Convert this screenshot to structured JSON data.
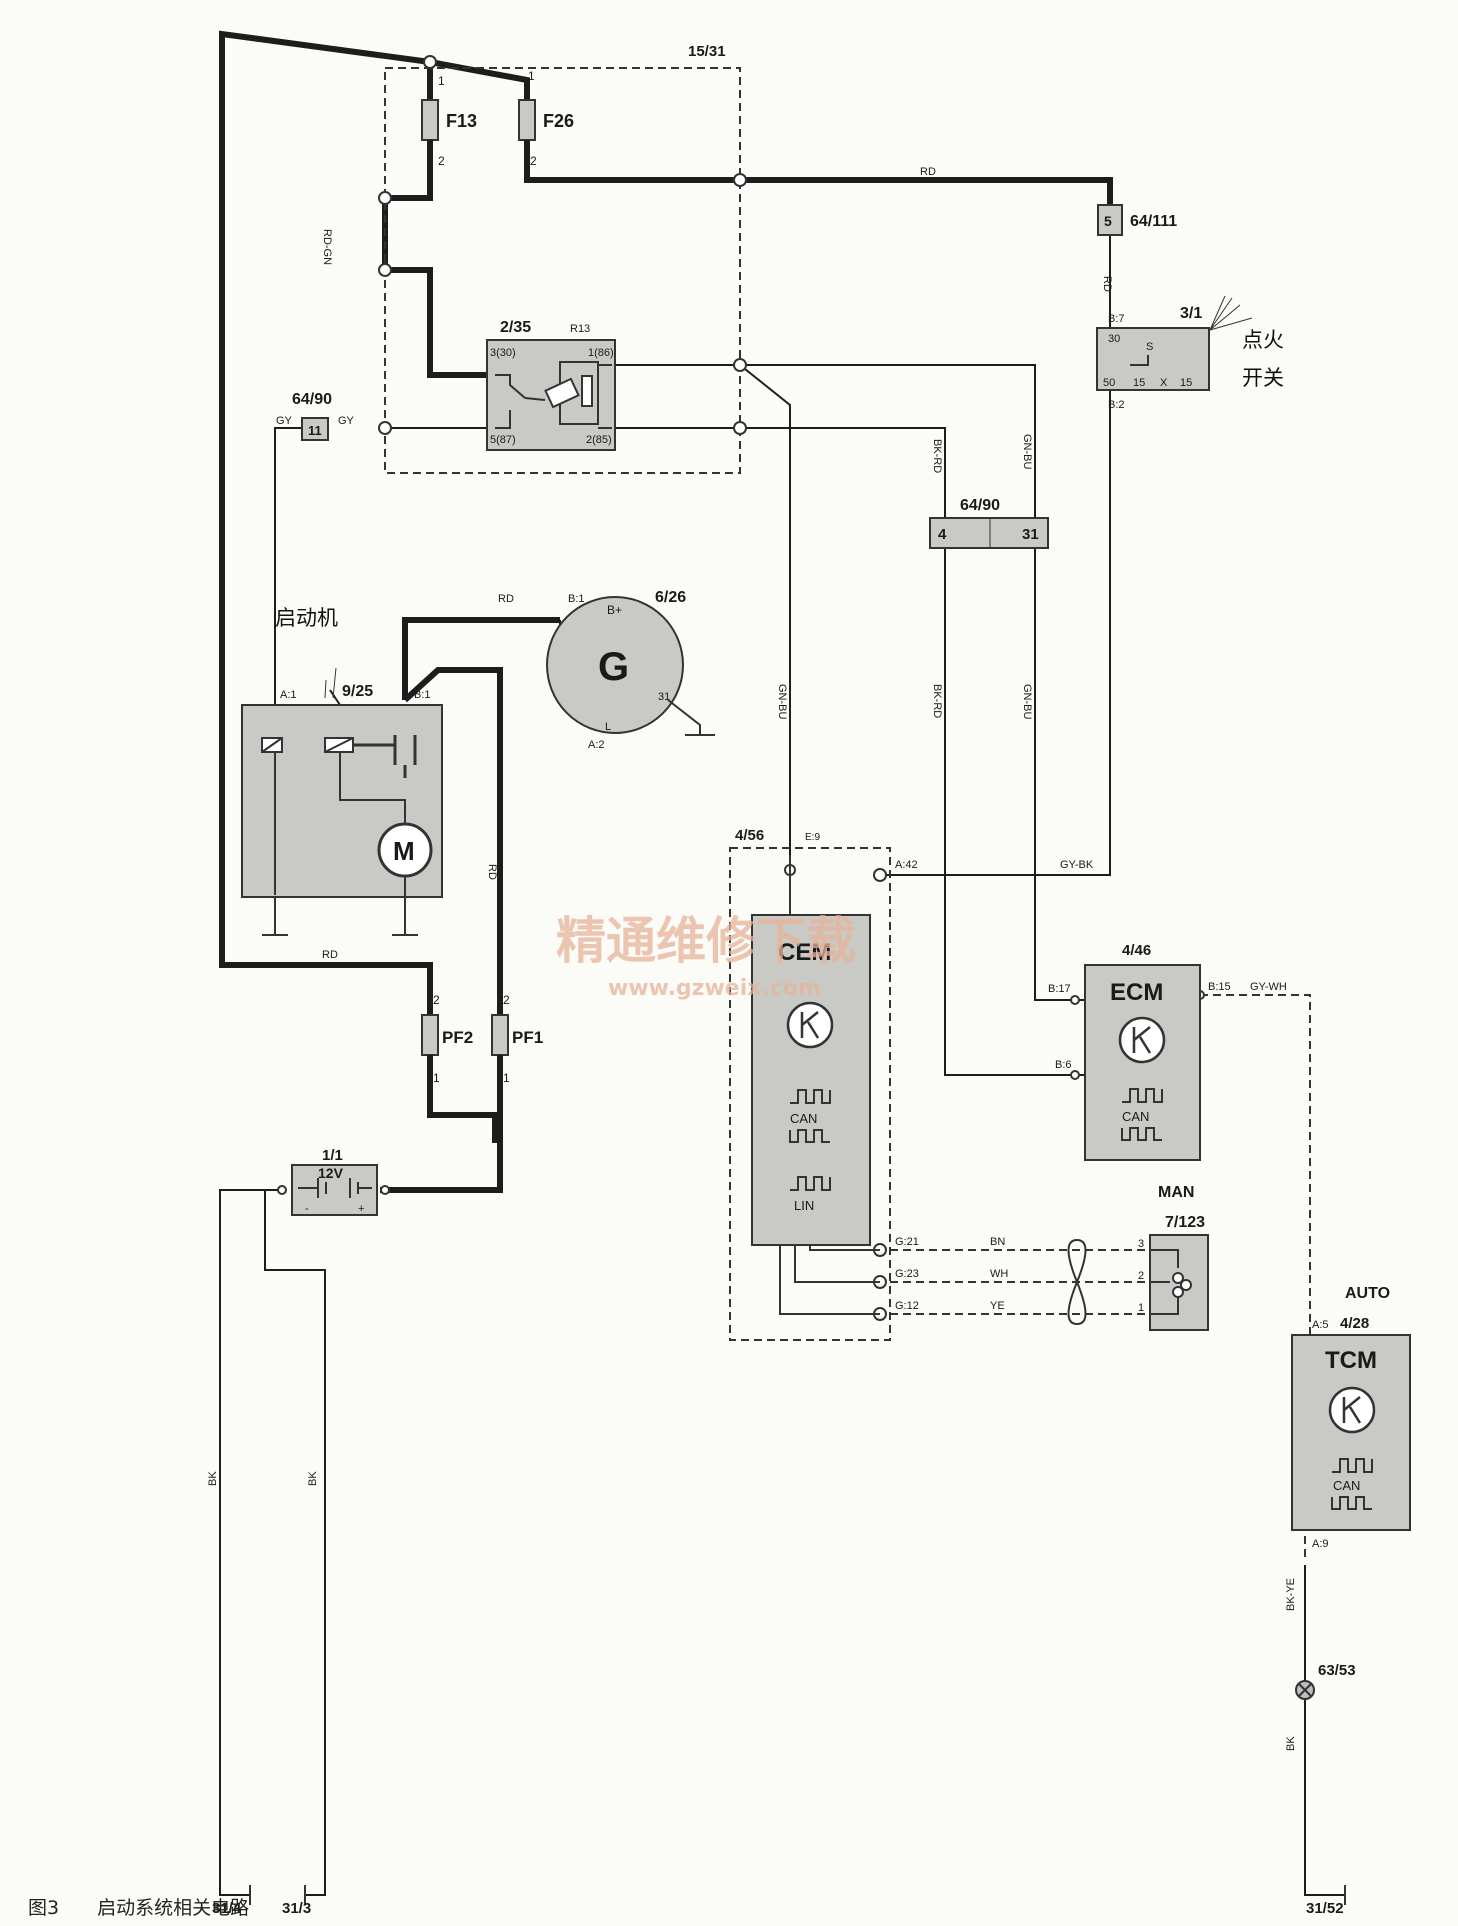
{
  "modules": {
    "fuse_box": "15/31",
    "fuse_f13": "F13",
    "fuse_f26": "F26",
    "relay_box": "2/35",
    "relay_name": "R13",
    "conn_64_111": "64/111",
    "conn_64_111_pin": "5",
    "ign_switch": "3/1",
    "conn_64_90_a": "64/90",
    "conn_64_90_a_pin": "11",
    "conn_64_90_b": "64/90",
    "conn_64_90_b_pin4": "4",
    "conn_64_90_b_pin31": "31",
    "starter": "9/25",
    "generator": "6/26",
    "generator_symbol": "G",
    "motor_symbol": "M",
    "cem_box": "4/56",
    "cem": "CEM",
    "ecm_box": "4/46",
    "ecm": "ECM",
    "tcm_box": "4/28",
    "tcm": "TCM",
    "battery_box": "1/1",
    "battery": "12V",
    "fuse_pf2": "PF2",
    "fuse_pf1": "PF1",
    "blower": "7/123",
    "man": "MAN",
    "auto": "AUTO",
    "sensor": "63/53",
    "ground_31_4": "31/4",
    "ground_31_3": "31/3",
    "ground_31_52": "31/52"
  },
  "wire_colors": {
    "rd": "RD",
    "rd_gn": "RD-GN",
    "gy": "GY",
    "gn_bu": "GN-BU",
    "bk_rd": "BK-RD",
    "gy_bk": "GY-BK",
    "gy_wh": "GY-WH",
    "bn": "BN",
    "wh": "WH",
    "ye": "YE",
    "bk": "BK",
    "bk_ye": "BK-YE"
  },
  "pins": {
    "one": "1",
    "two": "2",
    "three": "3",
    "relay_30": "3(30)",
    "relay_86": "1(86)",
    "relay_87": "5(87)",
    "relay_85": "2(85)",
    "b7": "B:7",
    "b2": "B:2",
    "sw30": "30",
    "sw50": "50",
    "sw15a": "15",
    "sw15b": "15",
    "sw_x": "X",
    "sw_s": "S",
    "a1": "A:1",
    "b1": "B:1",
    "gen_b1": "B:1",
    "bplus": "B+",
    "l": "L",
    "a2": "A:2",
    "g31": "31",
    "e9": "E:9",
    "a42": "A:42",
    "b17": "B:17",
    "b6": "B:6",
    "b15": "B:15",
    "g21": "G:21",
    "g23": "G:23",
    "g12": "G:12",
    "a5": "A:5",
    "a9": "A:9",
    "minus": "-",
    "plus": "+"
  },
  "module_text": {
    "can": "CAN",
    "lin": "LIN"
  },
  "annotations": {
    "ignition_line1": "点火",
    "ignition_line2": "开关",
    "starter": "启动机"
  },
  "watermark": {
    "line1": "精通维修下载",
    "line2": "www.gzweix.com"
  },
  "caption": {
    "fig": "图3",
    "title": "启动系统相关电路"
  }
}
